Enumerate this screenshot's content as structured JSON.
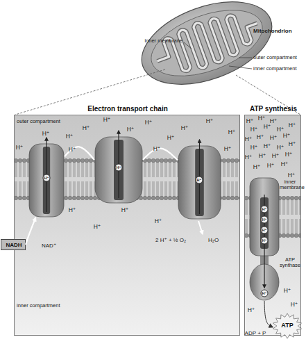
{
  "diagram": {
    "nodes": [
      {
        "text": [
          "Electron transport chain"
        ]
      },
      {
        "text": [
          "ATP synthesis"
        ]
      },
      {
        "text": [
          "NADH"
        ],
        "in": 0
      },
      {
        "text": [
          "H⁺"
        ],
        "in": 0
      },
      {
        "text": [
          "H⁺"
        ],
        "in": 0
      },
      {
        "text": [
          "H⁺"
        ],
        "in": 0
      },
      {
        "text": [
          "H⁺",
          "H⁺",
          "H⁺",
          "H⁺",
          "H⁺"
        ],
        "in": 1
      },
      {
        "text": [
          "ATP"
        ],
        "in": 1
      }
    ],
    "edges": [
      {
        "from": 2,
        "to": 3,
        "arrow": "to"
      },
      {
        "from": 3,
        "to": 4,
        "arrow": "none"
      },
      {
        "from": 4,
        "to": 5,
        "arrow": "none"
      },
      {
        "from": 6,
        "to": 7,
        "arrow": "to"
      }
    ],
    "labels": [
      "Mitochondrion",
      "inner membrane",
      "outer compartment",
      "inner compartment",
      "outer compartment",
      "inner compartment",
      "NAD⁺",
      "2 H⁺ + ½ O₂",
      "H₂O",
      "inner membrane",
      "ATP synthase",
      "ADP + P",
      "H⁺",
      "H⁺",
      "H⁺",
      "H⁺",
      "H⁺",
      "H⁺",
      "H⁺",
      "H⁺",
      "H⁺",
      "H⁺",
      "H⁺",
      "H⁺",
      "H⁺",
      "H⁺",
      "H⁺",
      "H⁺",
      "H⁺",
      "H⁺",
      "H⁺",
      "H⁺",
      "H⁺",
      "H⁺",
      "H⁺",
      "H⁺",
      "H⁺",
      "H⁺",
      "H⁺",
      "H⁺",
      "H⁺",
      "H⁺",
      "H⁺",
      "H⁺",
      "H⁺",
      "H⁺",
      "H⁺",
      "H⁺",
      "H⁺",
      "H⁺",
      "H⁺",
      "H⁺",
      "H⁺",
      "H⁺",
      "H⁺",
      "H⁺"
    ]
  }
}
